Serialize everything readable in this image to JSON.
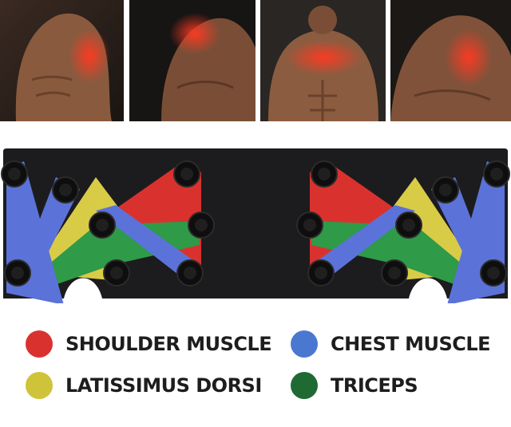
{
  "photos": [
    {
      "highlight": "bicep / arm",
      "glow": "#ff2a1a"
    },
    {
      "highlight": "shoulder / back",
      "glow": "#ff2a1a"
    },
    {
      "highlight": "chest",
      "glow": "#ff2a1a"
    },
    {
      "highlight": "back",
      "glow": "#ff2a1a"
    }
  ],
  "colors": {
    "red": "#d9322e",
    "blue": "#5b72d9",
    "yellow": "#d8cc47",
    "green": "#2f9a48",
    "board": "#1c1c1e",
    "knob": "#111111"
  },
  "legend": [
    {
      "label": "SHOULDER MUSCLE",
      "color": "#d9322e"
    },
    {
      "label": "CHEST MUSCLE",
      "color": "#4a78d1"
    },
    {
      "label": "LATISSIMUS DORSI",
      "color": "#cfc33a"
    },
    {
      "label": "TRICEPS",
      "color": "#1f6a33"
    }
  ]
}
